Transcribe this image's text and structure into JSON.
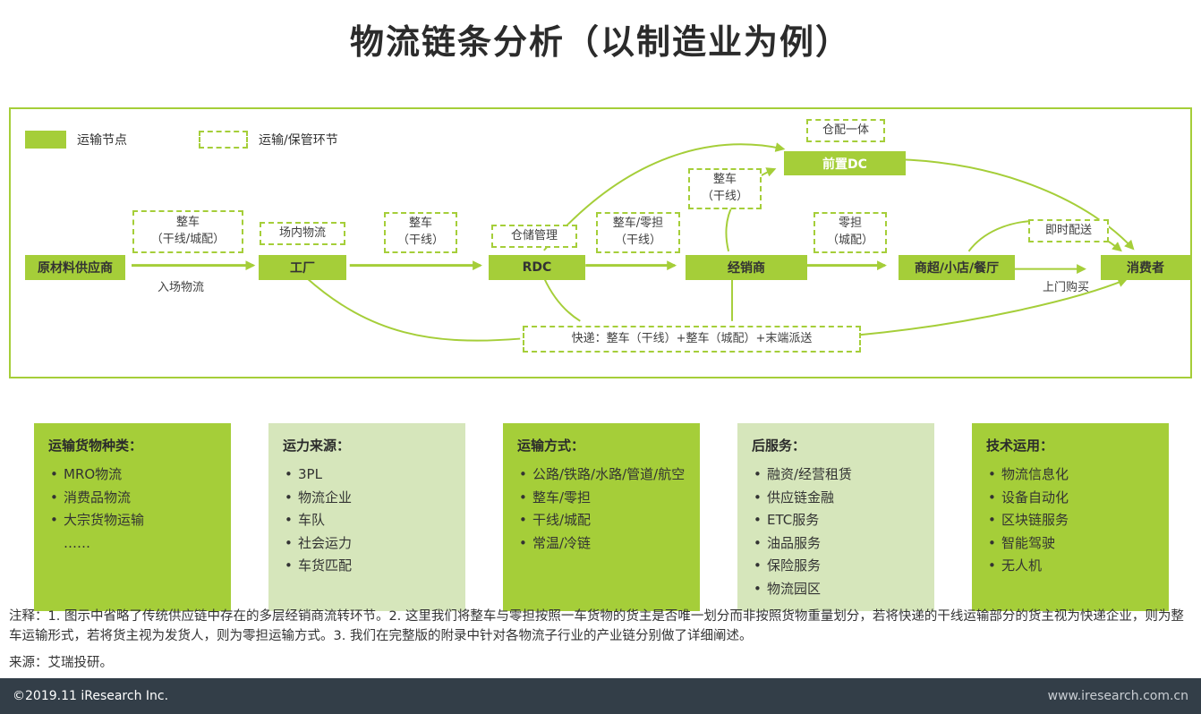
{
  "page": {
    "title": "物流链条分析（以制造业为例）"
  },
  "colors": {
    "accent_green": "#a5ce39",
    "light_green": "#d6e6bb",
    "footer_bg": "#333e48",
    "title_text": "#2b2b2b"
  },
  "legend": {
    "node_label": "运输节点",
    "link_label": "运输/保管环节"
  },
  "flow": {
    "nodes": [
      "原材料供应商",
      "工厂",
      "RDC",
      "经销商",
      "商超/小店/餐厅",
      "消费者",
      "前置DC"
    ],
    "links": [
      "整车\n（干线/城配）",
      "场内物流",
      "整车\n（干线）",
      "仓储管理",
      "整车/零担\n（干线）",
      "整车\n（干线）",
      "零担\n（城配）",
      "即时配送",
      "仓配一体",
      "快递：整车（干线）+整车（城配）+末端派送"
    ],
    "labels": {
      "inbound": "入场物流",
      "walk_in": "上门购买"
    }
  },
  "info_boxes": [
    {
      "title": "运输货物种类：",
      "items": [
        "MRO物流",
        "消费品物流",
        "大宗货物运输",
        "……"
      ]
    },
    {
      "title": "运力来源：",
      "items": [
        "3PL",
        "物流企业",
        "车队",
        "社会运力",
        "车货匹配"
      ]
    },
    {
      "title": "运输方式：",
      "items": [
        "公路/铁路/水路/管道/航空",
        "整车/零担",
        "干线/城配",
        "常温/冷链"
      ]
    },
    {
      "title": "后服务：",
      "items": [
        "融资/经营租赁",
        "供应链金融",
        "ETC服务",
        "油品服务",
        "保险服务",
        "物流园区"
      ]
    },
    {
      "title": "技术运用：",
      "items": [
        "物流信息化",
        "设备自动化",
        "区块链服务",
        "智能驾驶",
        "无人机"
      ]
    }
  ],
  "notes": {
    "text": "注释：1. 图示中省略了传统供应链中存在的多层经销商流转环节。2. 这里我们将整车与零担按照一车货物的货主是否唯一划分而非按照货物重量划分，若将快递的干线运输部分的货主视为快递企业，则为整车运输形式，若将货主视为发货人，则为零担运输方式。3. 我们在完整版的附录中针对各物流子行业的产业链分别做了详细阐述。",
    "source": "来源：艾瑞投研。"
  },
  "footer": {
    "left": "©2019.11 iResearch Inc.",
    "right": "www.iresearch.com.cn"
  }
}
